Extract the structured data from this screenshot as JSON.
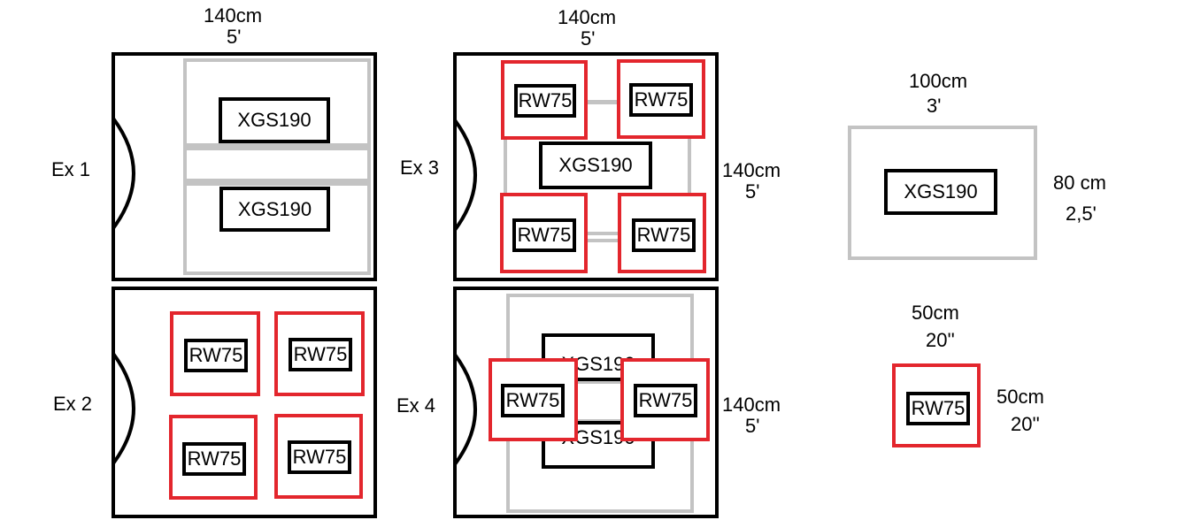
{
  "dims": {
    "width_140cm": "140cm",
    "width_5ft": "5'",
    "depth_140cm": "140cm",
    "depth_5ft": "5'",
    "xgs_w_cm": "100cm",
    "xgs_w_ft": "3'",
    "xgs_d_cm": "80 cm",
    "xgs_d_ft": "2,5'",
    "rw_w_cm": "50cm",
    "rw_w_in": "20''",
    "rw_d_cm": "50cm",
    "rw_d_in": "20''"
  },
  "examples": {
    "ex1": "Ex 1",
    "ex2": "Ex 2",
    "ex3": "Ex 3",
    "ex4": "Ex 4"
  },
  "units": {
    "xgs": "XGS190",
    "rw": "RW75"
  },
  "colors": {
    "outline": "#000000",
    "xgs_footprint": "#c3c3c3",
    "rw_footprint": "#e3262d"
  }
}
